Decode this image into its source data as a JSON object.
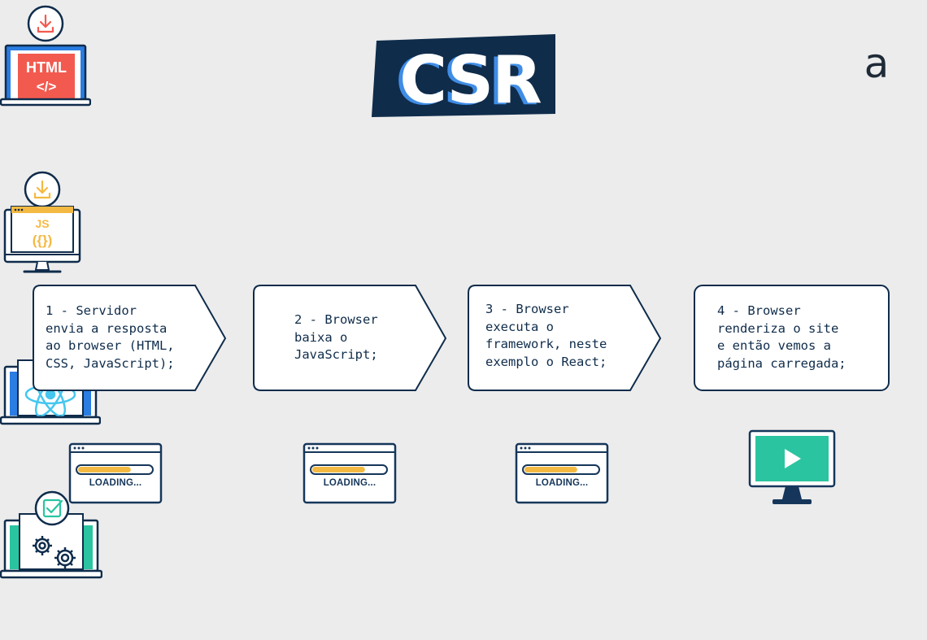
{
  "title": "CSR",
  "brand_mark": "a",
  "colors": {
    "navy": "#0f2c4b",
    "blue": "#2a7de1",
    "html_red": "#f25a4f",
    "js_yellow": "#f4b942",
    "react_cyan": "#45c6ef",
    "check_green": "#2bc4a0",
    "background": "#ececec"
  },
  "steps": [
    {
      "text": "1 - Servidor\nenvia a resposta\nao browser (HTML,\nCSS, JavaScript);",
      "screen_label_1": "HTML",
      "screen_label_2": "</>",
      "bottom": "LOADING..."
    },
    {
      "text": "2 - Browser\nbaixa o\nJavaScript;",
      "screen_label_1": "JS",
      "screen_label_2": "({})",
      "bottom": "LOADING..."
    },
    {
      "text": "3 - Browser\nexecuta o\nframework, neste\nexemplo o React;",
      "bottom": "LOADING..."
    },
    {
      "text": "4 - Browser\nrenderiza o site\ne então vemos a\npágina carregada;"
    }
  ],
  "progress": [
    0.72,
    0.72,
    0.72
  ]
}
